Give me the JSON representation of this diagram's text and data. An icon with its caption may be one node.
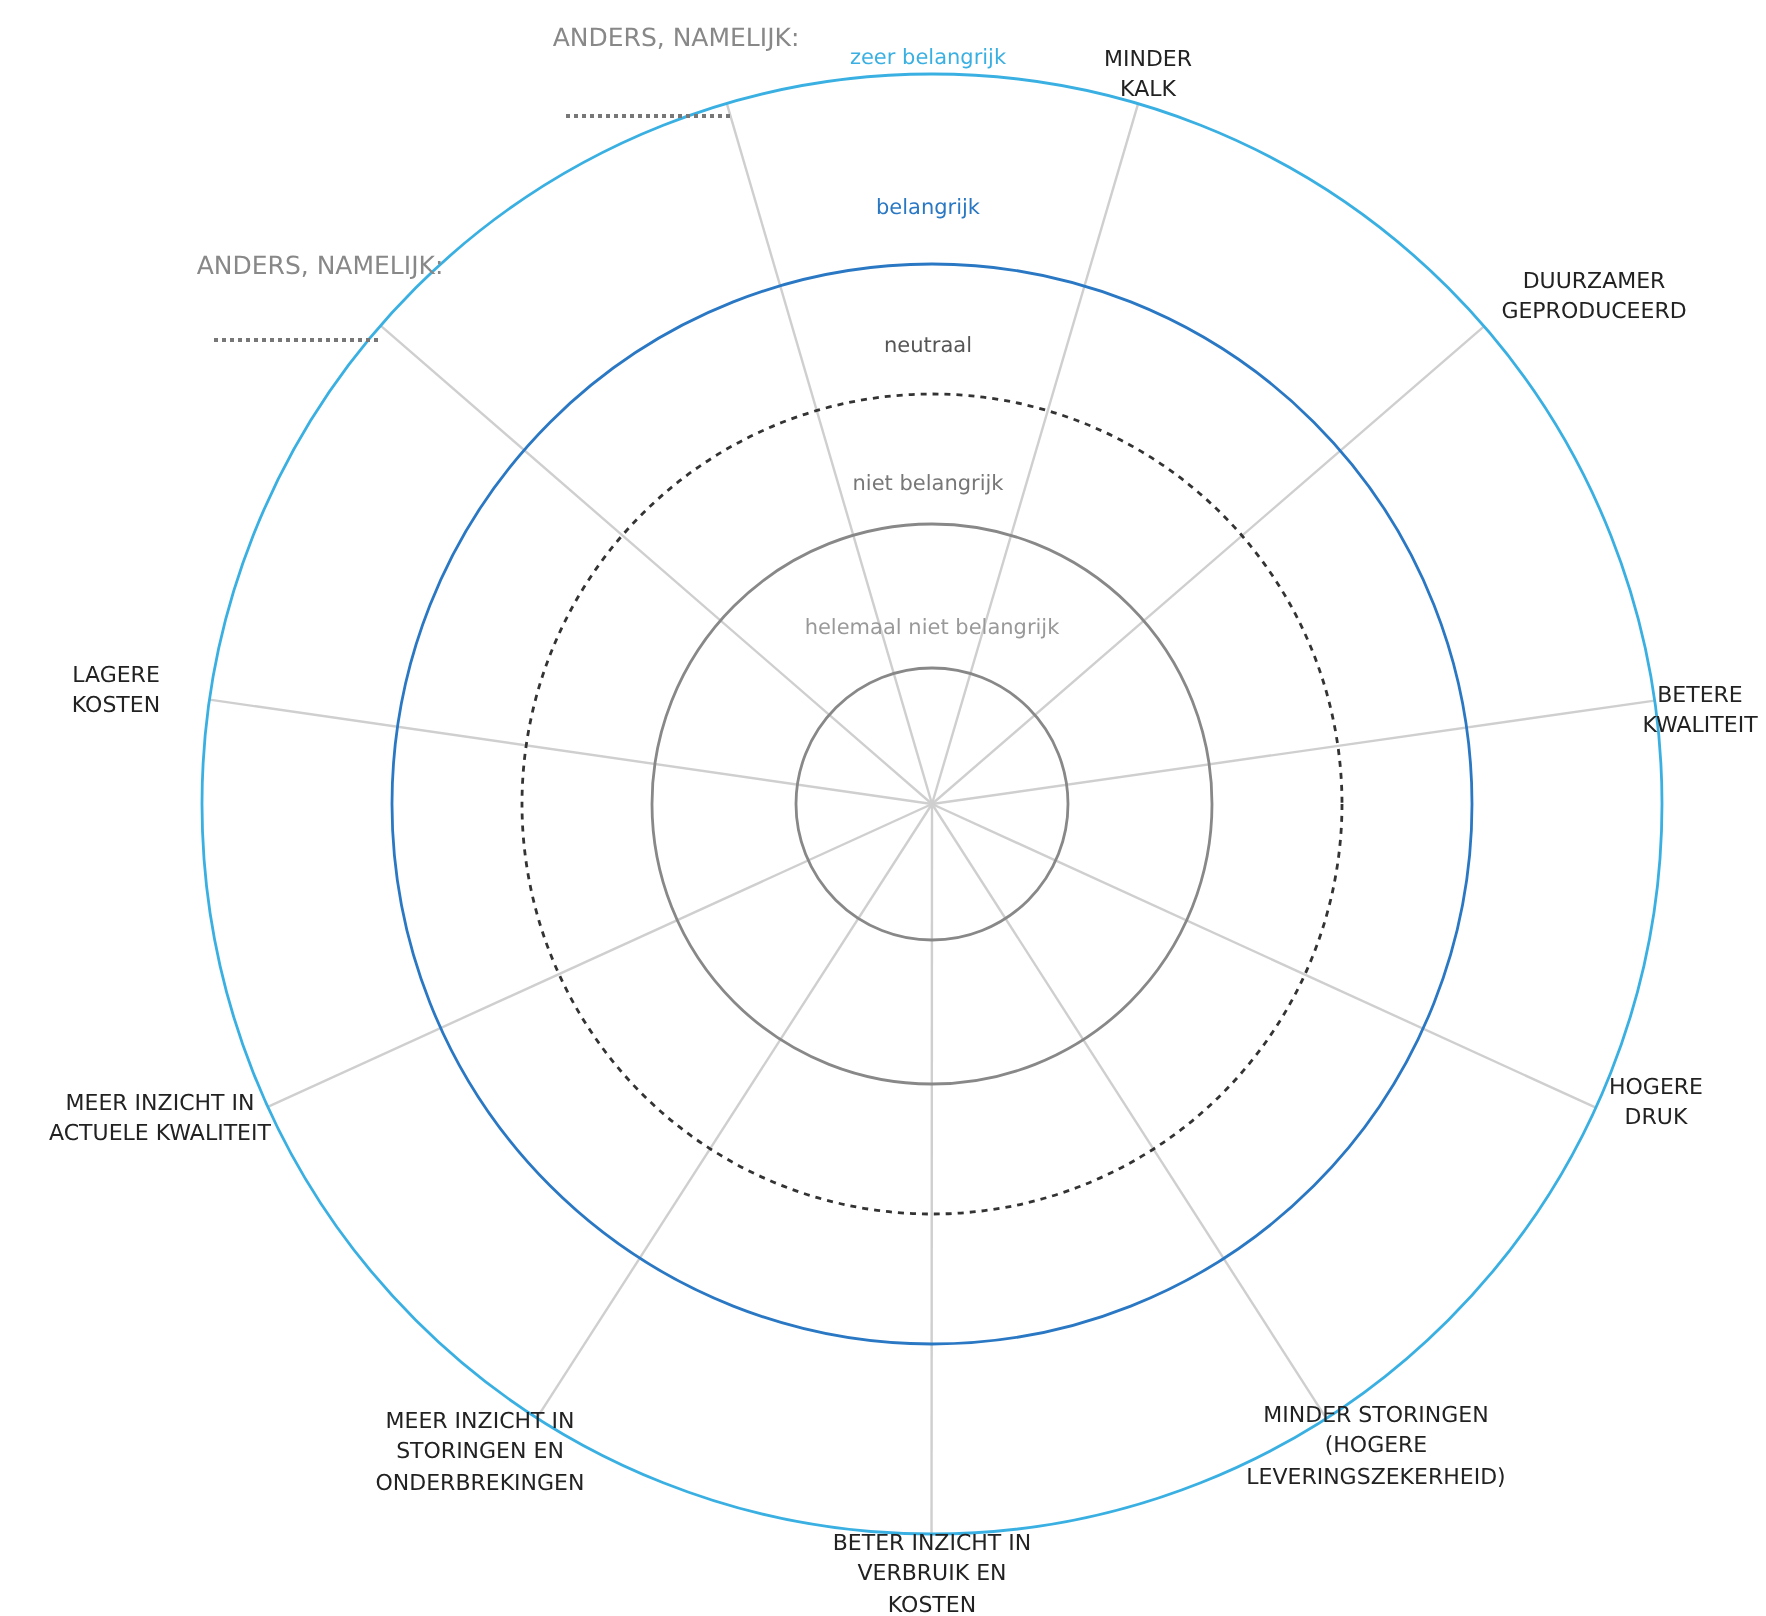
{
  "diagram": {
    "labels": [
      "ANDERS, NAMELIJK:",
      "zeer belangrijk",
      "MINDER KALK",
      "belangrijk",
      "ANDERS, NAMELIJK:",
      "DUURZAMER GEPRODUCEERD",
      "neutraal",
      "niet belangrijk",
      "helemaal niet belangrijk",
      "LAGERE KOSTEN",
      "BETERE KWALITEIT",
      "MEER INZICHT IN ACTUELE KWALITEIT",
      "HOGERE DRUK",
      "MEER INZICHT IN STORINGEN EN ONDERBREKINGEN",
      "MINDER STORINGEN (HOGERE LEVERINGSZEKERHEID)",
      "BETER INZICHT IN VERBRUIK EN KOSTEN"
    ]
  }
}
